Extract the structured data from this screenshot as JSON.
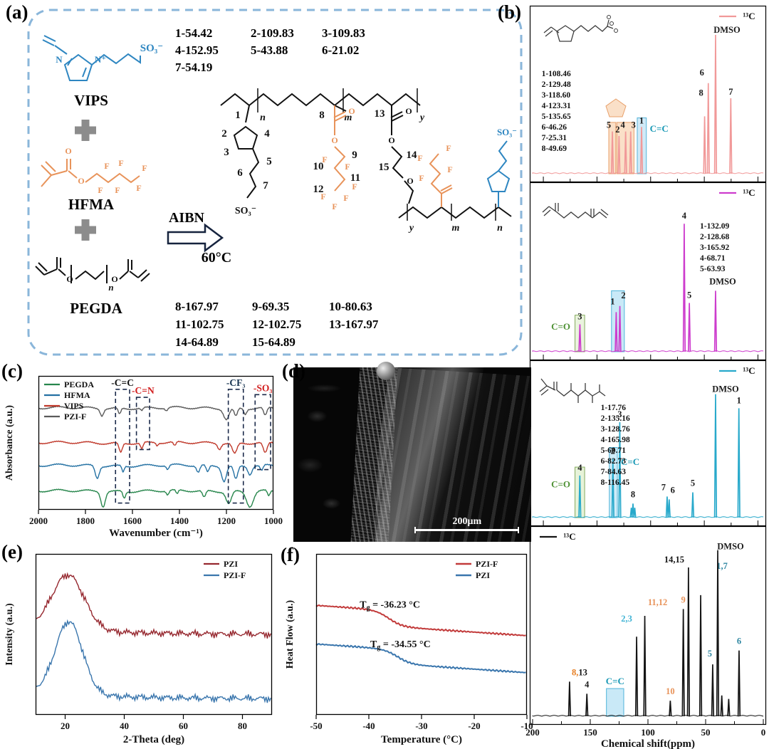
{
  "panels": {
    "a": {
      "label": "(a)",
      "vips": "VIPS",
      "hfma": "HFMA",
      "pegda": "PEGDA",
      "aibn": "AIBN",
      "temp": "60°C",
      "atoms": {
        "N": "N",
        "Nplus": "N⁺",
        "O": "O",
        "F": "F",
        "SO3": "SO₃⁻",
        "n": "n",
        "m": "m",
        "y": "y"
      },
      "shifts_top": [
        "1-54.42",
        "2-109.83",
        "3-109.83",
        "4-152.95",
        "5-43.88",
        "6-21.02",
        "7-54.19"
      ],
      "shifts_bottom": [
        "8-167.97",
        "9-69.35",
        "10-80.63",
        "11-102.75",
        "12-102.75",
        "13-167.97",
        "14-64.89",
        "15-64.89"
      ],
      "numbers": [
        "1",
        "2",
        "3",
        "4",
        "5",
        "6",
        "7",
        "8",
        "9",
        "10",
        "11",
        "12",
        "13",
        "14",
        "15"
      ]
    },
    "b": {
      "label": "(b)"
    },
    "c": {
      "label": "(c)"
    },
    "d": {
      "label": "(d)",
      "scale_bar": "200μm"
    },
    "e": {
      "label": "(e)"
    },
    "f": {
      "label": "(f)"
    }
  },
  "chart_data": [
    {
      "id": "nmr-vips",
      "type": "nmr",
      "color": "#f19999",
      "x_range": [
        210,
        -5
      ],
      "legend": "¹³C",
      "peaks": [
        {
          "ppm": 135.65,
          "h": 0.28,
          "label": "5",
          "lx": -5
        },
        {
          "ppm": 129.48,
          "h": 0.25,
          "label": "2",
          "lx": -2
        },
        {
          "ppm": 123.31,
          "h": 0.28,
          "label": "4",
          "lx": -4
        },
        {
          "ppm": 118.6,
          "h": 0.28,
          "label": "3",
          "lx": 4
        },
        {
          "ppm": 108.46,
          "h": 0.31,
          "label": "1"
        },
        {
          "ppm": 49.69,
          "h": 0.38,
          "label": "8",
          "lx": -5,
          "ly": -24
        },
        {
          "ppm": 46.26,
          "h": 0.6,
          "label": "6",
          "lx": -9,
          "ly": -6
        },
        {
          "ppm": 39.5,
          "h": 0.92,
          "label": "DMSO",
          "lx": 16,
          "ly": 2
        },
        {
          "ppm": 25.31,
          "h": 0.5,
          "label": "7"
        }
      ],
      "highlights": [
        {
          "from": 139,
          "to": 132.5,
          "h": 0.34,
          "fill": "rgba(243,186,132,0.45)",
          "stroke": "#e8a06a"
        },
        {
          "from": 131.5,
          "to": 115.5,
          "h": 0.34,
          "fill": "rgba(243,186,132,0.45)",
          "stroke": "#e8a06a"
        },
        {
          "from": 112.5,
          "to": 104,
          "h": 0.37,
          "fill": "rgba(169,216,240,0.55)",
          "stroke": "#56b4d8",
          "label": "C=C",
          "label_color": "#1898b5",
          "label_pos": "right"
        }
      ],
      "assignments": {
        "x": 0.05,
        "y": 0.4,
        "lines": [
          "1-108.46",
          "2-129.48",
          "3-118.60",
          "4-123.31",
          "5-135.65",
          "6-46.26",
          "7-25.31",
          "8-49.69"
        ]
      }
    },
    {
      "id": "nmr-pegda",
      "type": "nmr",
      "color": "#cd3ccd",
      "x_range": [
        210,
        -5
      ],
      "legend": "¹³C",
      "peaks": [
        {
          "ppm": 165.92,
          "h": 0.18,
          "label": "3",
          "ly": -2
        },
        {
          "ppm": 132.09,
          "h": 0.26,
          "label": "1",
          "lx": -5,
          "ly": -6
        },
        {
          "ppm": 128.68,
          "h": 0.3,
          "label": "2",
          "lx": 5,
          "ly": -6
        },
        {
          "ppm": 68.71,
          "h": 0.84,
          "label": "4",
          "ly": -2
        },
        {
          "ppm": 63.93,
          "h": 0.32,
          "label": "5",
          "ly": -2
        },
        {
          "ppm": 39.5,
          "h": 0.4,
          "label": "DMSO",
          "lx": 10,
          "ly": -4
        }
      ],
      "highlights": [
        {
          "from": 170.5,
          "to": 161.5,
          "h": 0.24,
          "fill": "rgba(196,224,160,0.35)",
          "stroke": "#85ab5f",
          "label": "C=O",
          "label_color": "#4e9134",
          "label_pos": "left"
        },
        {
          "from": 136.5,
          "to": 124.5,
          "h": 0.4,
          "fill": "rgba(148,212,240,0.5)",
          "stroke": "#4fb4da"
        }
      ],
      "assignments": {
        "x": 0.72,
        "y": 0.26,
        "lines": [
          "1-132.09",
          "2-128.68",
          "3-165.92",
          "4-68.71",
          "5-63.93"
        ]
      }
    },
    {
      "id": "nmr-hfma",
      "type": "nmr",
      "color": "#28a9cb",
      "x_range": [
        210,
        -5
      ],
      "legend": "¹³C",
      "peaks": [
        {
          "ppm": 165.98,
          "h": 0.3,
          "label": "4",
          "ly": -2
        },
        {
          "ppm": 135.16,
          "h": 0.42,
          "label": "2",
          "ly": -2
        },
        {
          "ppm": 128.76,
          "h": 0.68,
          "label": "3",
          "ly": -2
        },
        {
          "ppm": 118.0,
          "h": 0.07
        },
        {
          "ppm": 116.45,
          "h": 0.1,
          "label": "8",
          "ly": -4
        },
        {
          "ppm": 114.8,
          "h": 0.07
        },
        {
          "ppm": 84.63,
          "h": 0.15,
          "label": "7",
          "lx": -5,
          "ly": -4
        },
        {
          "ppm": 82.73,
          "h": 0.13,
          "label": "6",
          "lx": 5,
          "ly": -4
        },
        {
          "ppm": 60.71,
          "h": 0.18,
          "label": "5",
          "ly": -4
        },
        {
          "ppm": 39.5,
          "h": 0.88,
          "label": "DMSO",
          "lx": 14,
          "ly": 2
        },
        {
          "ppm": 17.76,
          "h": 0.78,
          "label": "1",
          "ly": -2
        }
      ],
      "highlights": [
        {
          "from": 170.5,
          "to": 161.5,
          "h": 0.36,
          "fill": "rgba(196,224,160,0.4)",
          "stroke": "#85ab5f",
          "label": "C=O",
          "label_color": "#4e9134",
          "label_pos": "left"
        },
        {
          "from": 138.5,
          "to": 131,
          "h": 0.5,
          "fill": "rgba(148,212,240,0.45)",
          "stroke": "#4fb4da",
          "label": "C=C",
          "label_color": "#1898b5",
          "label_pos": "right"
        }
      ],
      "assignments": {
        "x": 0.3,
        "y": 0.3,
        "lines": [
          "1-17.76",
          "2-135.16",
          "3-128.76",
          "4-165.98",
          "5-60.71",
          "6-82.73",
          "7-84.63",
          "8-116.45"
        ]
      }
    },
    {
      "id": "nmr-pzif",
      "type": "nmr",
      "color": "#141414",
      "x_range": [
        200,
        0
      ],
      "legend": "¹³C",
      "legend_pos": "tl",
      "axis": {
        "ticks": [
          200,
          150,
          100,
          50,
          0
        ],
        "label": "Chemical shift(ppm)"
      },
      "peaks": [
        {
          "ppm": 167.97,
          "h": 0.2,
          "label_parts": [
            [
              "8,",
              "#e67e22"
            ],
            [
              "13",
              "#141414"
            ]
          ],
          "lx": 14,
          "ly": -4
        },
        {
          "ppm": 152.95,
          "h": 0.13,
          "label": "4",
          "ly": -4
        },
        {
          "ppm": 109.83,
          "h": 0.46,
          "label_parts": [
            [
              "2,3",
              "#3fb3d4"
            ]
          ],
          "lx": -14,
          "ly": -16
        },
        {
          "ppm": 102.75,
          "h": 0.58,
          "label_parts": [
            [
              "11,12",
              "#e8935a"
            ]
          ],
          "lx": 18,
          "ly": -10
        },
        {
          "ppm": 80.63,
          "h": 0.09,
          "label_parts": [
            [
              "10",
              "#e8935a"
            ]
          ],
          "ly": -4
        },
        {
          "ppm": 69.35,
          "h": 0.62,
          "label_parts": [
            [
              "9",
              "#e8935a"
            ]
          ],
          "ly": -4
        },
        {
          "ppm": 64.89,
          "h": 0.86,
          "label_parts": [
            [
              "14,15",
              "#141414"
            ]
          ],
          "lx": -20,
          "ly": -2
        },
        {
          "ppm": 54.3,
          "h": 0.7,
          "label_parts": [
            [
              "1,7",
              "#2e86a1"
            ]
          ],
          "lx": 30,
          "ly": -32
        },
        {
          "ppm": 43.88,
          "h": 0.3,
          "label_parts": [
            [
              "5",
              "#2e86a1"
            ]
          ],
          "lx": -4,
          "ly": -6
        },
        {
          "ppm": 39.5,
          "h": 0.96,
          "label": "DMSO",
          "lx": 18,
          "ly": 4
        },
        {
          "ppm": 36.0,
          "h": 0.12
        },
        {
          "ppm": 30.0,
          "h": 0.1
        },
        {
          "ppm": 21.02,
          "h": 0.38,
          "label_parts": [
            [
              "6",
              "#2e86a1"
            ]
          ],
          "ly": -4
        }
      ],
      "highlights": [
        {
          "from": 136,
          "to": 121,
          "h": 0.16,
          "fill": "rgba(148,212,240,0.5)",
          "stroke": "#4fb4da",
          "label": "C=C",
          "label_color": "#1898b5",
          "label_pos": "above"
        }
      ]
    },
    {
      "id": "ftir",
      "type": "ftir",
      "xlabel": "Wavenumber (cm⁻¹)",
      "ylabel": "Absorbance (a.u.)",
      "x_range": [
        2000,
        1000
      ],
      "x_ticks": [
        2000,
        1800,
        1600,
        1400,
        1200,
        1000
      ],
      "series": [
        {
          "name": "PEGDA",
          "color": "#27864c",
          "base": 0.14,
          "bands": [
            [
              1725,
              13,
              0.11
            ],
            [
              1635,
              8,
              0.05
            ],
            [
              1450,
              8,
              0.03
            ],
            [
              1410,
              7,
              0.03
            ],
            [
              1295,
              10,
              0.05
            ],
            [
              1190,
              16,
              0.09
            ],
            [
              1100,
              20,
              0.11
            ],
            [
              1020,
              8,
              0.04
            ]
          ]
        },
        {
          "name": "HFMA",
          "color": "#2471a3",
          "base": 0.33,
          "bands": [
            [
              1750,
              12,
              0.09
            ],
            [
              1640,
              7,
              0.045
            ],
            [
              1450,
              8,
              0.03
            ],
            [
              1320,
              10,
              0.05
            ],
            [
              1280,
              9,
              0.05
            ],
            [
              1210,
              14,
              0.11
            ],
            [
              1160,
              12,
              0.1
            ],
            [
              1100,
              12,
              0.06
            ],
            [
              1050,
              9,
              0.04
            ]
          ]
        },
        {
          "name": "VIPS",
          "color": "#c0392b",
          "base": 0.5,
          "bands": [
            [
              1650,
              10,
              0.07
            ],
            [
              1560,
              8,
              0.045
            ],
            [
              1495,
              6,
              0.02
            ],
            [
              1420,
              8,
              0.03
            ],
            [
              1230,
              10,
              0.04
            ],
            [
              1165,
              14,
              0.08
            ],
            [
              1035,
              12,
              0.08
            ]
          ]
        },
        {
          "name": "PZI-F",
          "color": "#5a5a5a",
          "base": 0.76,
          "bands": [
            [
              1730,
              10,
              0.05
            ],
            [
              1655,
              8,
              0.045
            ],
            [
              1560,
              7,
              0.02
            ],
            [
              1455,
              8,
              0.02
            ],
            [
              1200,
              16,
              0.08
            ],
            [
              1160,
              10,
              0.06
            ],
            [
              1120,
              9,
              0.04
            ],
            [
              1035,
              10,
              0.06
            ]
          ]
        }
      ],
      "boxes": [
        {
          "x1": 1672,
          "x2": 1612,
          "y1": 0.9,
          "y2": 0.05,
          "label": "-C=C",
          "label_color": "#111111"
        },
        {
          "x1": 1583,
          "x2": 1527,
          "y1": 0.84,
          "y2": 0.45,
          "label": "-C=N",
          "label_color": "#d21f1f"
        },
        {
          "x1": 1192,
          "x2": 1128,
          "y1": 0.9,
          "y2": 0.05,
          "label": "-CF₃",
          "label_color": "#16324f"
        },
        {
          "x1": 1078,
          "x2": 1012,
          "y1": 0.86,
          "y2": 0.3,
          "label": "-SO₃",
          "label_color": "#d21f1f"
        }
      ]
    },
    {
      "id": "xrd",
      "type": "xrd",
      "xlabel": "2-Theta (deg)",
      "ylabel": "Intensity (a.u.)",
      "x_range": [
        10,
        90
      ],
      "x_ticks": [
        20,
        40,
        60,
        80
      ],
      "series": [
        {
          "name": "PZI",
          "color": "#96282f",
          "base": 0.5,
          "center": 21,
          "width": 5.4,
          "height": 0.34
        },
        {
          "name": "PZI-F",
          "color": "#3a76ad",
          "base": 0.1,
          "center": 21.3,
          "width": 4.6,
          "height": 0.45
        }
      ]
    },
    {
      "id": "dsc",
      "type": "dsc",
      "xlabel": "Temperature (°C)",
      "ylabel": "Heat Flow (a.u.)",
      "x_range": [
        -50,
        -10
      ],
      "x_ticks": [
        -50,
        -40,
        -30,
        -20,
        -10
      ],
      "series": [
        {
          "name": "PZI-F",
          "color": "#c23b3b",
          "base": 0.68,
          "tg": -36.23,
          "depth": 0.1,
          "label_x": -36,
          "label_dy": -16,
          "tg_label": {
            "pre": "T",
            "sub": "g",
            "rest": " = -36.23 °C"
          }
        },
        {
          "name": "PZI",
          "color": "#3a76ad",
          "base": 0.44,
          "tg": -34.55,
          "depth": 0.09,
          "label_x": -34,
          "label_dy": -16,
          "tg_label": {
            "pre": "T",
            "sub": "g",
            "rest": " = -34.55 °C"
          }
        }
      ]
    }
  ]
}
